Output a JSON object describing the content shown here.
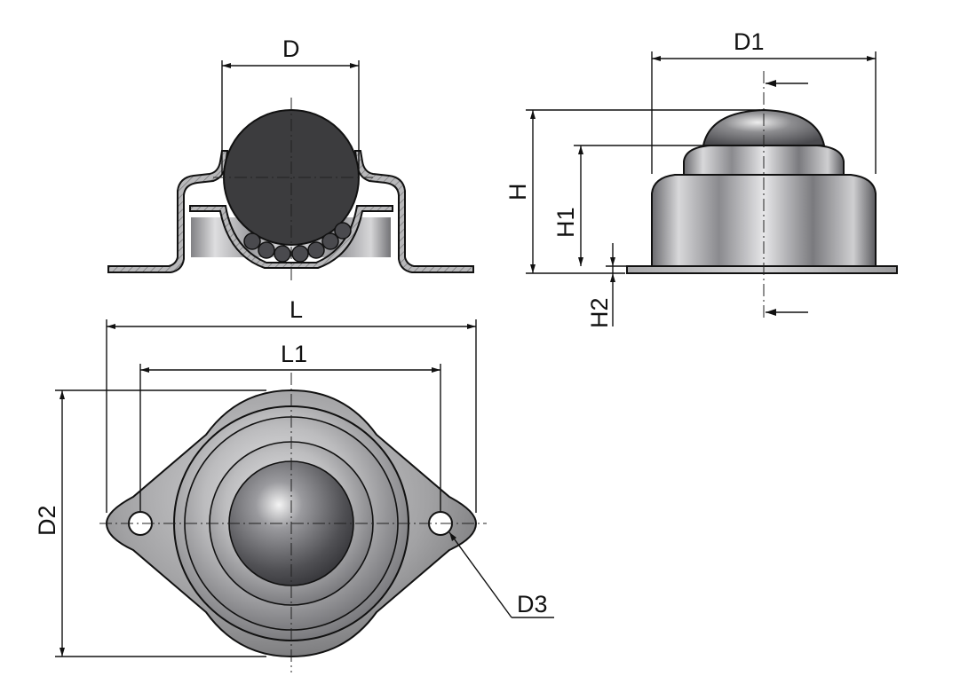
{
  "diagram": {
    "labels": {
      "D": "D",
      "D1": "D1",
      "H": "H",
      "H1": "H1",
      "H2": "H2",
      "L": "L",
      "L1": "L1",
      "D2": "D2",
      "D3": "D3"
    },
    "colors": {
      "line": "#111111",
      "ball_section": "#3c3c3e",
      "steel_light": "#d2d2d4",
      "steel_dark": "#5e5e62",
      "section_hatch": "#8a8a8c"
    }
  }
}
